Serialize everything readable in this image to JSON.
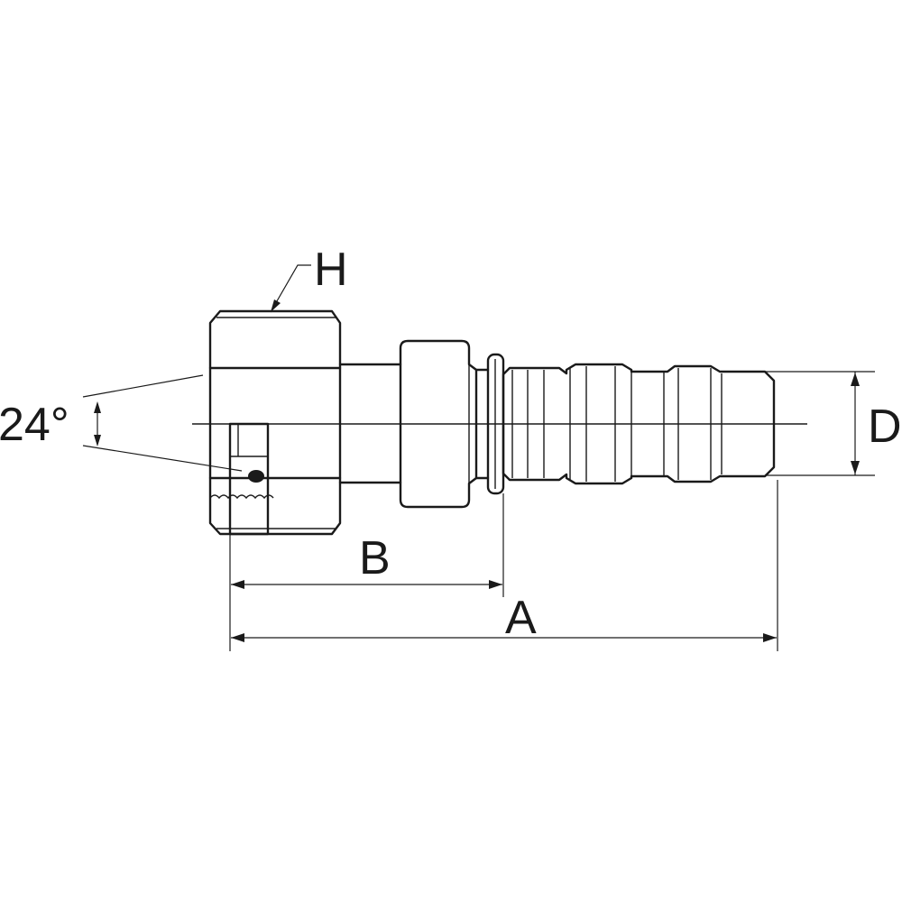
{
  "labels": {
    "hex": "H",
    "angle": "24°",
    "diameter": "D",
    "length_b": "B",
    "length_a": "A"
  },
  "colors": {
    "line": "#1a1a1a",
    "background": "#ffffff"
  }
}
